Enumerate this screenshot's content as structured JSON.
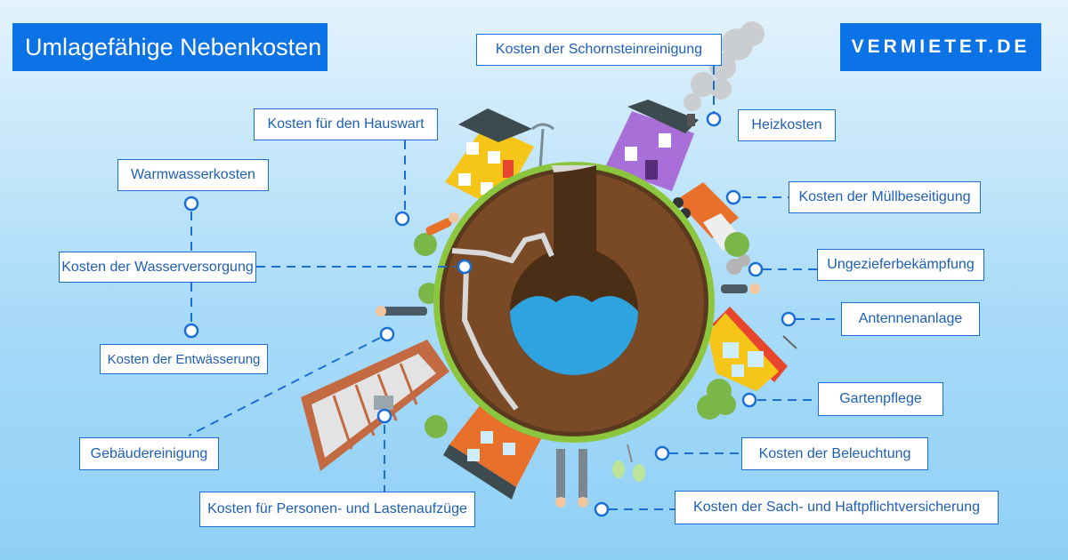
{
  "title": "Umlagefähige Nebenkosten",
  "brand": "VERMIETET.DE",
  "labels": {
    "schornstein": "Kosten der Schornsteinreinigung",
    "hauswart": "Kosten für den Hauswart",
    "heizkosten": "Heizkosten",
    "warmwasser": "Warmwasserkosten",
    "muell": "Kosten der Müllbeseitigung",
    "wasserversorgung": "Kosten der Wasserversorgung",
    "ungeziefer": "Ungezieferbekämpfung",
    "antenne": "Antennenanlage",
    "entwaesserung": "Kosten der Entwässerung",
    "gartenpflege": "Gartenpflege",
    "gebaeudereinigung": "Gebäudereinigung",
    "beleuchtung": "Kosten der Beleuchtung",
    "aufzuege": "Kosten für Personen- und Lastenaufzüge",
    "versicherung": "Kosten der Sach- und Haftpflichtversicherung"
  },
  "colors": {
    "accent": "#0b73e6",
    "label_text": "#1e5fb8",
    "connector": "#1a6fd6",
    "soil": "#7a4a26",
    "water": "#2fa3e0",
    "grass": "#8cc63f"
  }
}
